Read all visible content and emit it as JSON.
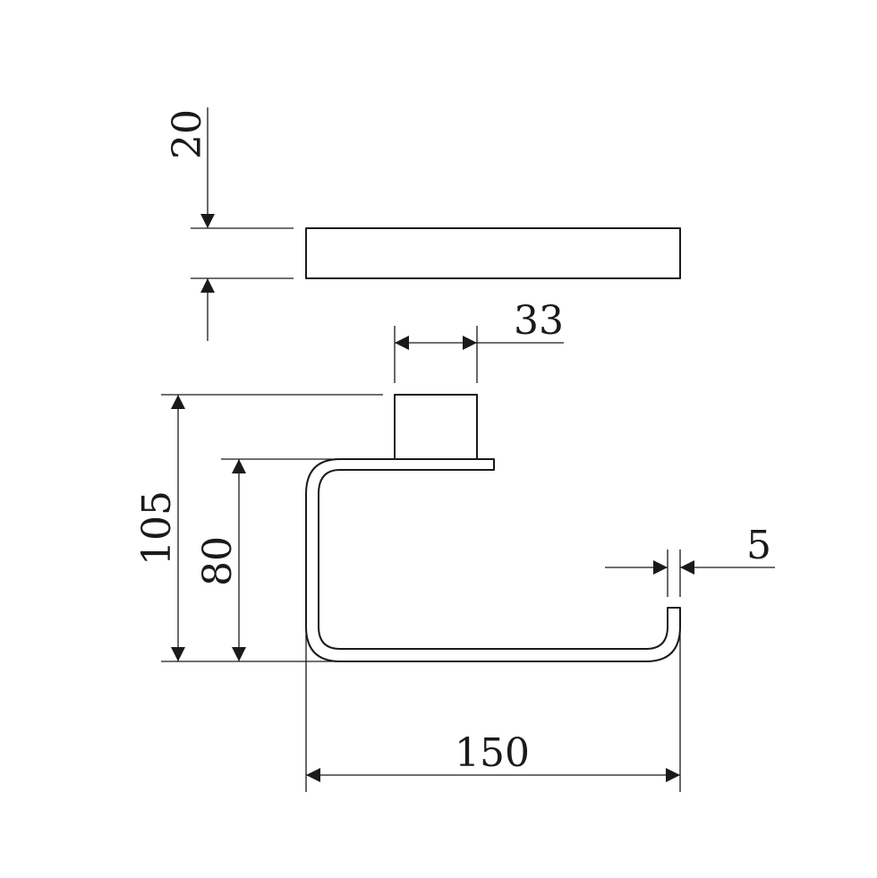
{
  "dimensions": {
    "plate_thickness": "20",
    "mount_width": "33",
    "wall_thickness": "5",
    "total_height": "105",
    "arm_height": "80",
    "total_length": "150"
  },
  "colors": {
    "line": "#1a1a1a",
    "background": "#ffffff"
  }
}
